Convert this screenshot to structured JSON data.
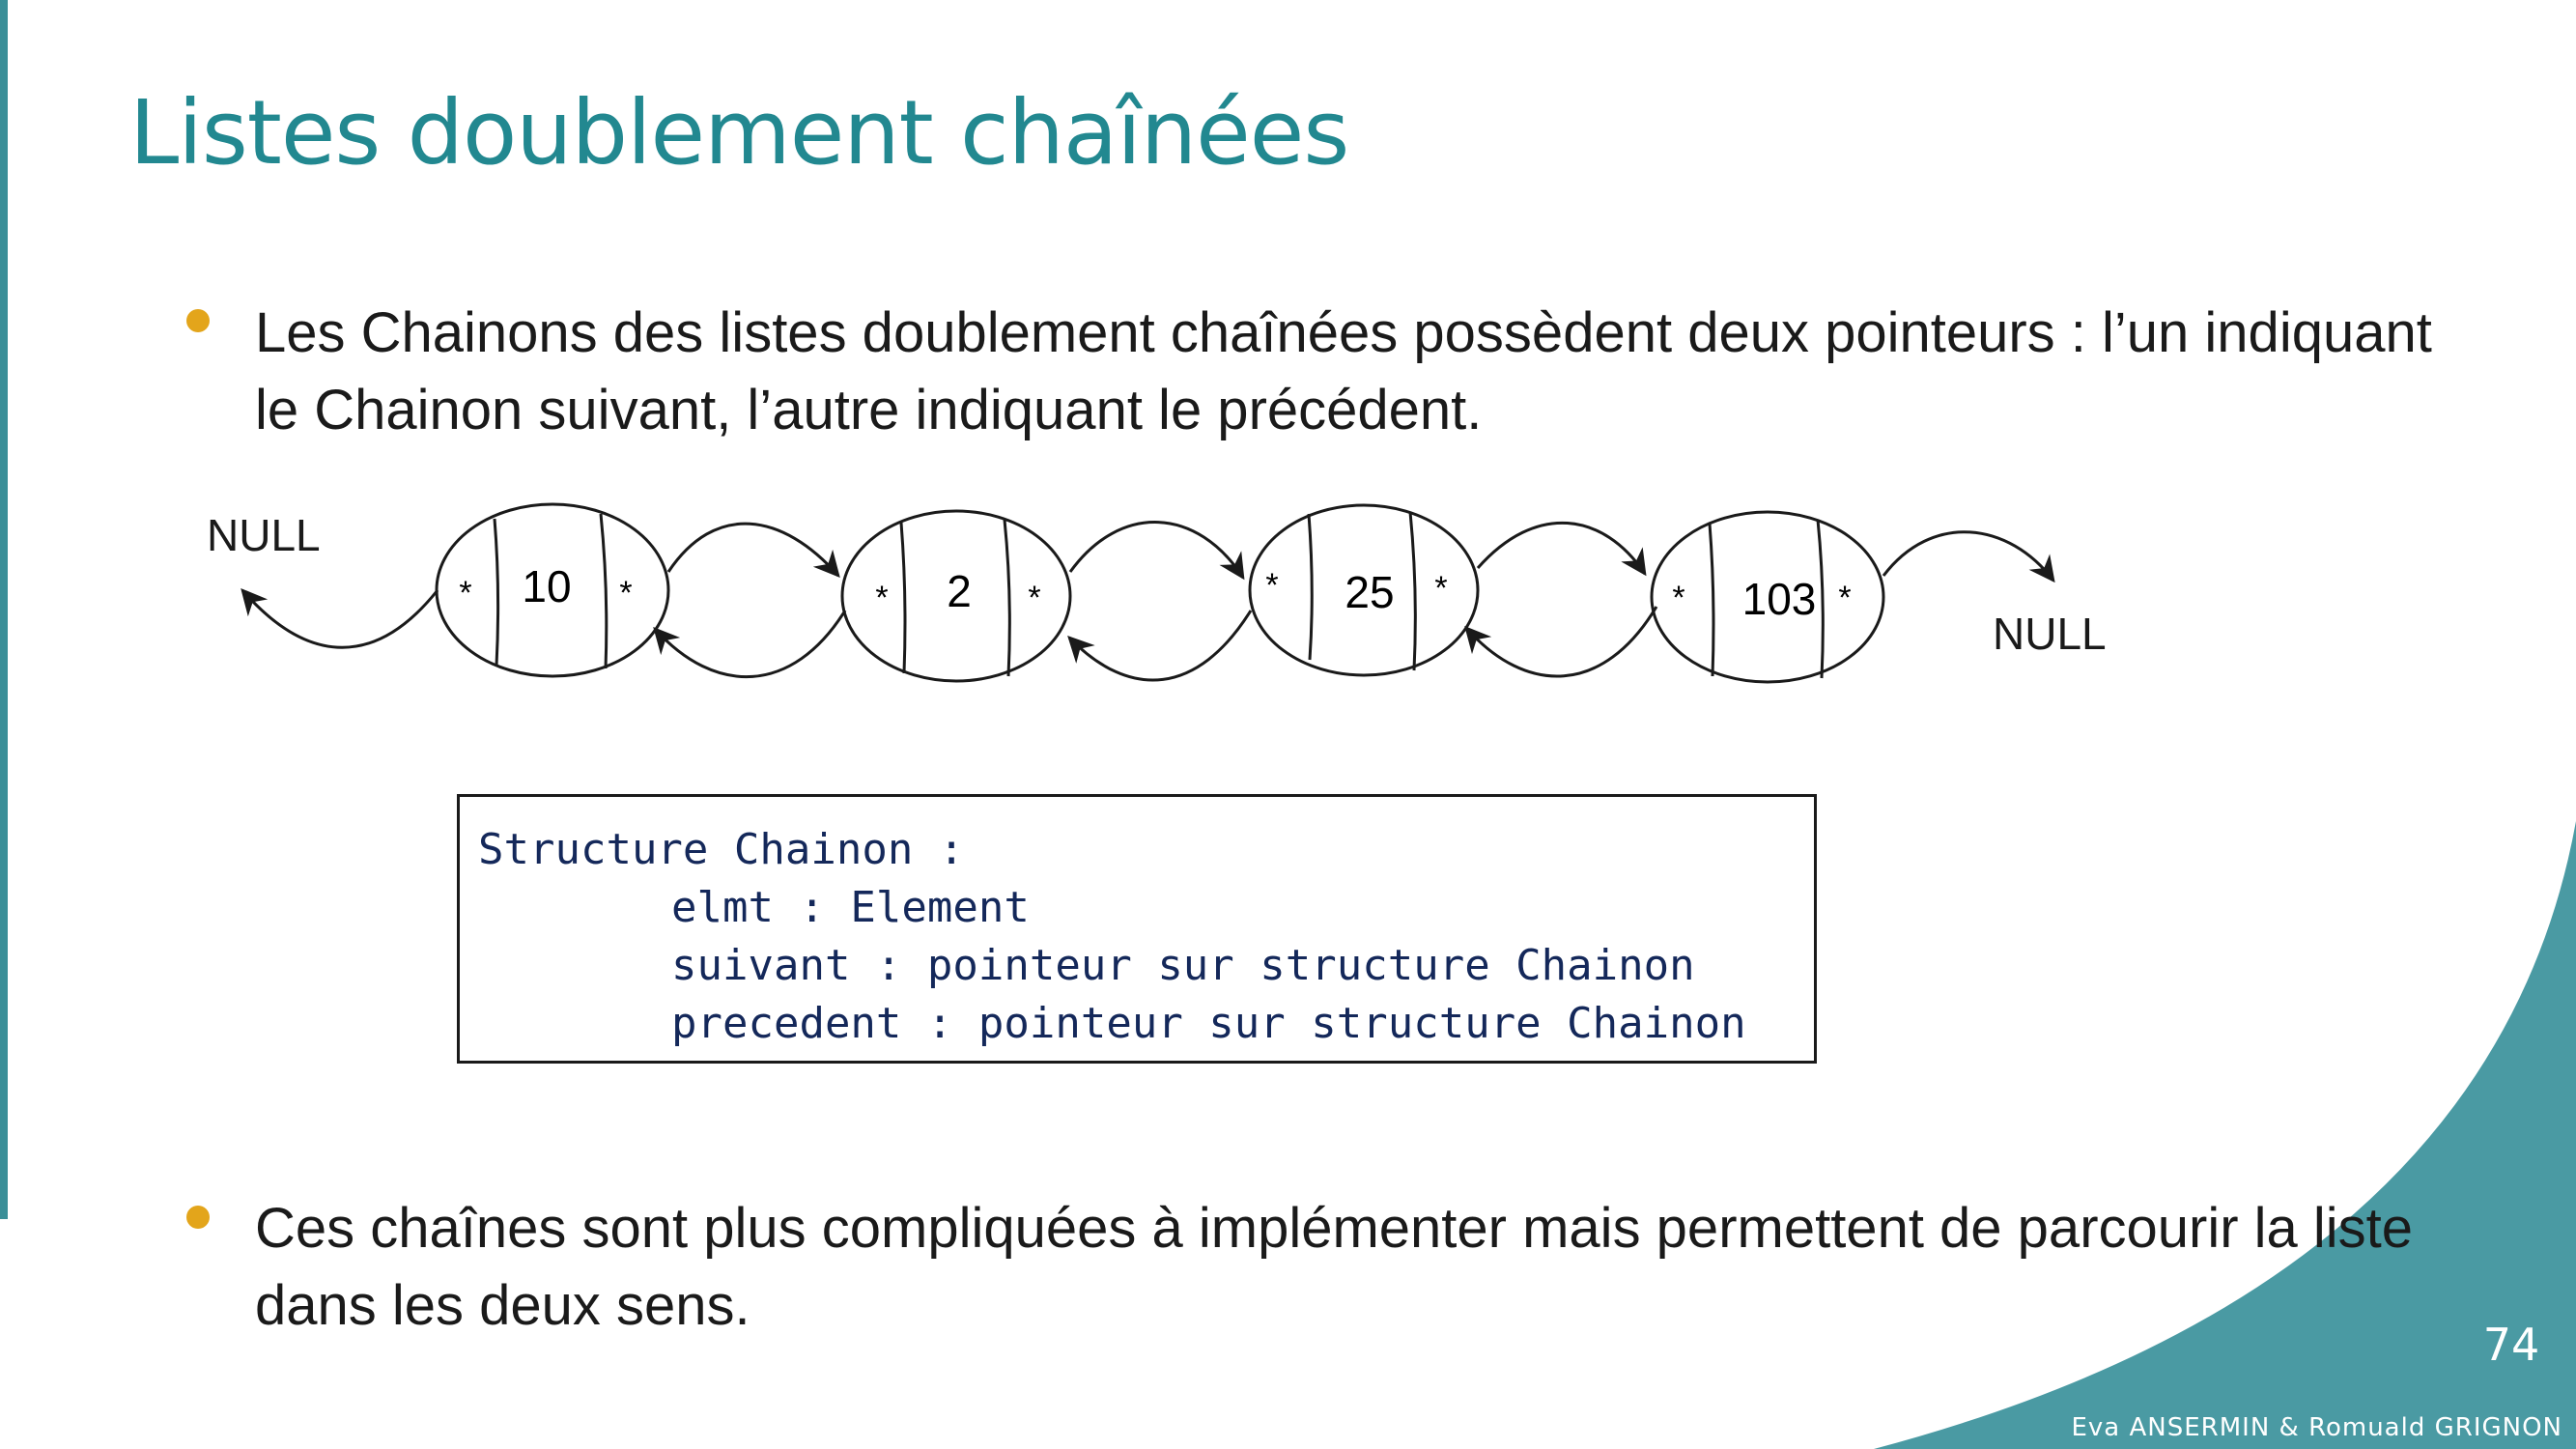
{
  "slide": {
    "title": "Listes doublement chaînées",
    "bullets": [
      {
        "text": "Les Chainons des listes doublement chaînées possèdent deux pointeurs : l’un indiquant le Chainon suivant, l’autre indiquant le précédent."
      },
      {
        "text": "Ces chaînes sont plus compliquées à implémenter mais permettent de parcourir la liste dans les deux sens."
      }
    ],
    "diagram": {
      "null_left": "NULL",
      "null_right": "NULL",
      "pointer_symbol": "*",
      "nodes": [
        {
          "value": "10"
        },
        {
          "value": "2"
        },
        {
          "value": "25"
        },
        {
          "value": "103"
        }
      ]
    },
    "code": {
      "lines": [
        "Structure Chainon :",
        "elmt : Element",
        "suivant : pointeur sur structure Chainon",
        "precedent : pointeur sur structure Chainon"
      ]
    },
    "page_number": "74",
    "footer": "Eva ANSERMIN & Romuald GRIGNON",
    "colors": {
      "title": "#228890",
      "accent_teal": "#4a9aa3",
      "bullet": "#e3a51b",
      "code_text": "#14285a"
    }
  }
}
